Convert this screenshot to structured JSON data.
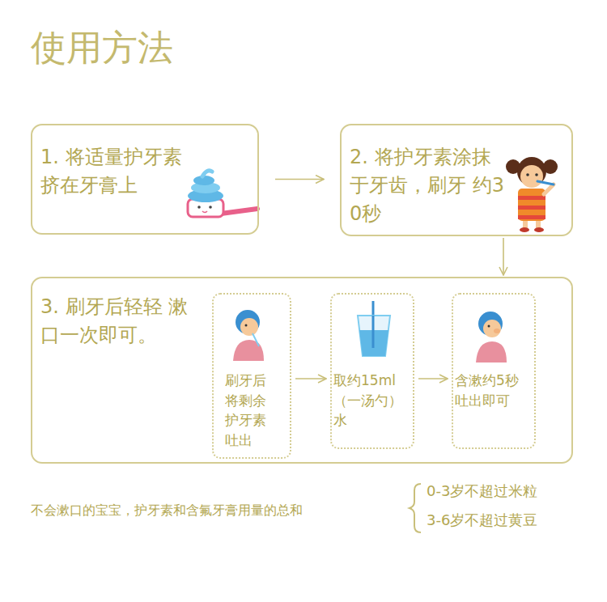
{
  "diagram": {
    "title": "使用方法",
    "nodes": [
      {
        "text": [
          "1. 将适量护牙素 挤在牙膏上"
        ]
      },
      {
        "text": [
          "2. 将护牙素涂抹 于牙齿，刷牙 约30秒"
        ]
      },
      {
        "text": [
          "3. 刷牙后轻轻 漱口一次即可。"
        ]
      },
      {
        "text": [
          "刷牙后 将剩余 护牙素 吐出"
        ],
        "in": 2
      },
      {
        "text": [
          "取约15ml （一汤勺） 水"
        ],
        "in": 2
      },
      {
        "text": [
          "含漱约5秒 吐出即可"
        ],
        "in": 2
      }
    ],
    "edges": [
      {
        "from": 0,
        "to": 1,
        "arrow": "to"
      },
      {
        "from": 1,
        "to": 2,
        "arrow": "to"
      },
      {
        "from": 3,
        "to": 4,
        "arrow": "to"
      },
      {
        "from": 4,
        "to": 5,
        "arrow": "to"
      }
    ],
    "labels": [
      "不会漱口的宝宝，护牙素和含氟牙膏用量的总和",
      "0-3岁不超过米粒",
      "3-6岁不超过黄豆"
    ]
  }
}
